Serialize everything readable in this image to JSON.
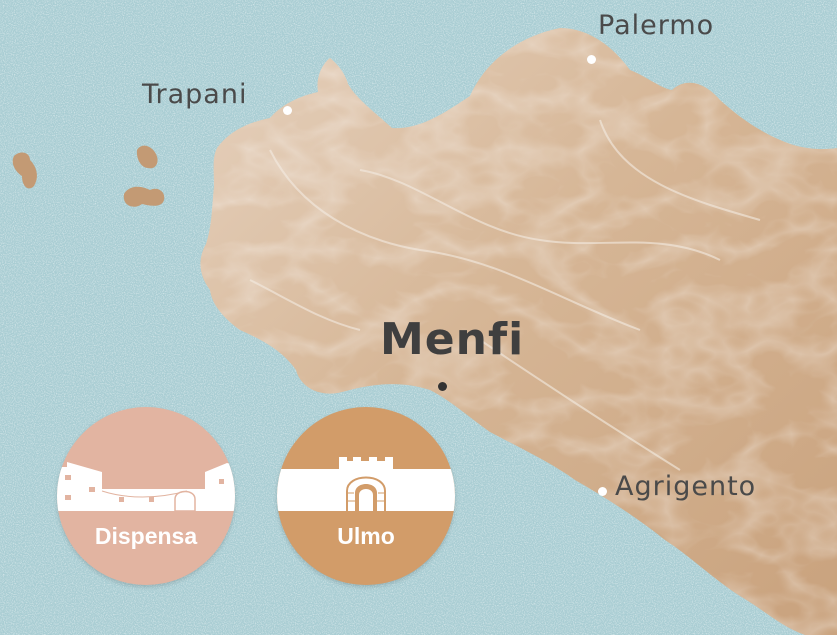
{
  "map": {
    "sea_color": "#a9cdd3",
    "land_color": "#d8b898",
    "land_shadow_color": "#b98e66",
    "cities": [
      {
        "id": "palermo",
        "name": "Palermo"
      },
      {
        "id": "trapani",
        "name": "Trapani"
      },
      {
        "id": "menfi",
        "name": "Menfi"
      },
      {
        "id": "agrigento",
        "name": "Agrigento"
      }
    ]
  },
  "badges": [
    {
      "id": "dispensa",
      "label": "Dispensa",
      "color": "#e2b4a1",
      "icon": "farmhouse-icon"
    },
    {
      "id": "ulmo",
      "label": "Ulmo",
      "color": "#d29c69",
      "icon": "castle-gate-icon"
    }
  ]
}
